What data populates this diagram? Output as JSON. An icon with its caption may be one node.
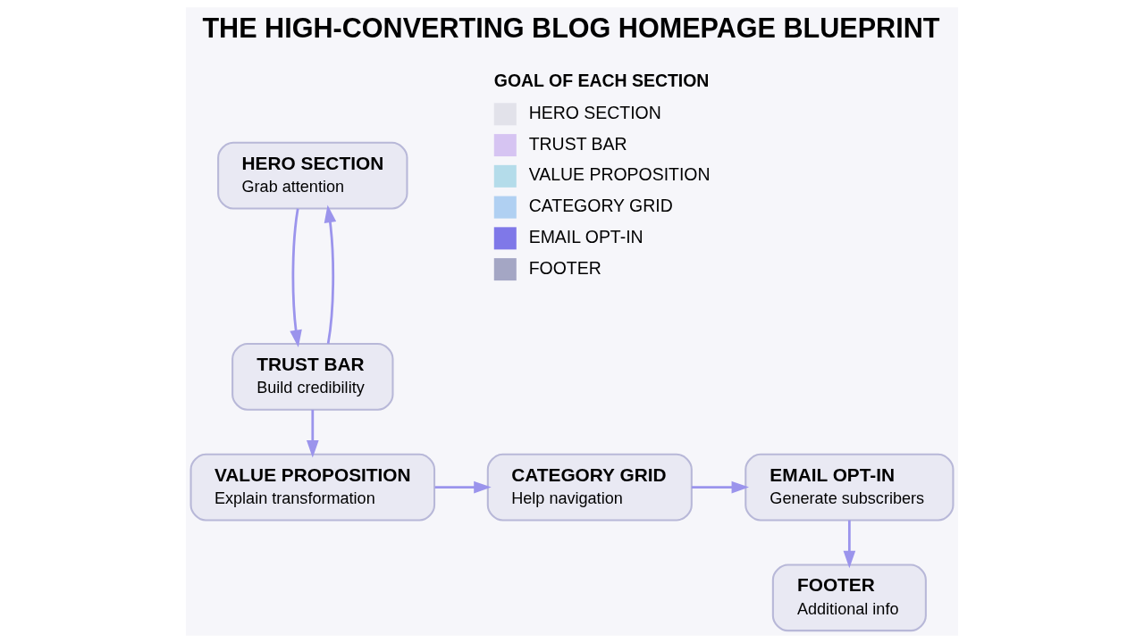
{
  "diagram": {
    "title": "THE HIGH-CONVERTING BLOG HOMEPAGE BLUEPRINT",
    "nodes": [
      {
        "text": [
          "HERO SECTION",
          "Grab attention"
        ]
      },
      {
        "text": [
          "TRUST BAR",
          "Build credibility"
        ]
      },
      {
        "text": [
          "VALUE PROPOSITION",
          "Explain transformation"
        ]
      },
      {
        "text": [
          "CATEGORY GRID",
          "Help navigation"
        ]
      },
      {
        "text": [
          "EMAIL OPT-IN",
          "Generate subscribers"
        ]
      },
      {
        "text": [
          "FOOTER",
          "Additional info"
        ]
      }
    ],
    "edges": [
      {
        "from": 0,
        "to": 1,
        "arrow": "to"
      },
      {
        "from": 1,
        "to": 0,
        "arrow": "to"
      },
      {
        "from": 1,
        "to": 2,
        "arrow": "to"
      },
      {
        "from": 2,
        "to": 3,
        "arrow": "to"
      },
      {
        "from": 3,
        "to": 4,
        "arrow": "to"
      },
      {
        "from": 4,
        "to": 5,
        "arrow": "to"
      }
    ],
    "labels": [
      "GOAL OF EACH SECTION"
    ],
    "legend": [
      {
        "text": "HERO SECTION",
        "color": "#e2e2ea"
      },
      {
        "text": "TRUST BAR",
        "color": "#d6c4f2"
      },
      {
        "text": "VALUE PROPOSITION",
        "color": "#b4dcea"
      },
      {
        "text": "CATEGORY GRID",
        "color": "#b0d0f2"
      },
      {
        "text": "EMAIL OPT-IN",
        "color": "#7f78e8"
      },
      {
        "text": "FOOTER",
        "color": "#a4a6c4"
      }
    ]
  }
}
